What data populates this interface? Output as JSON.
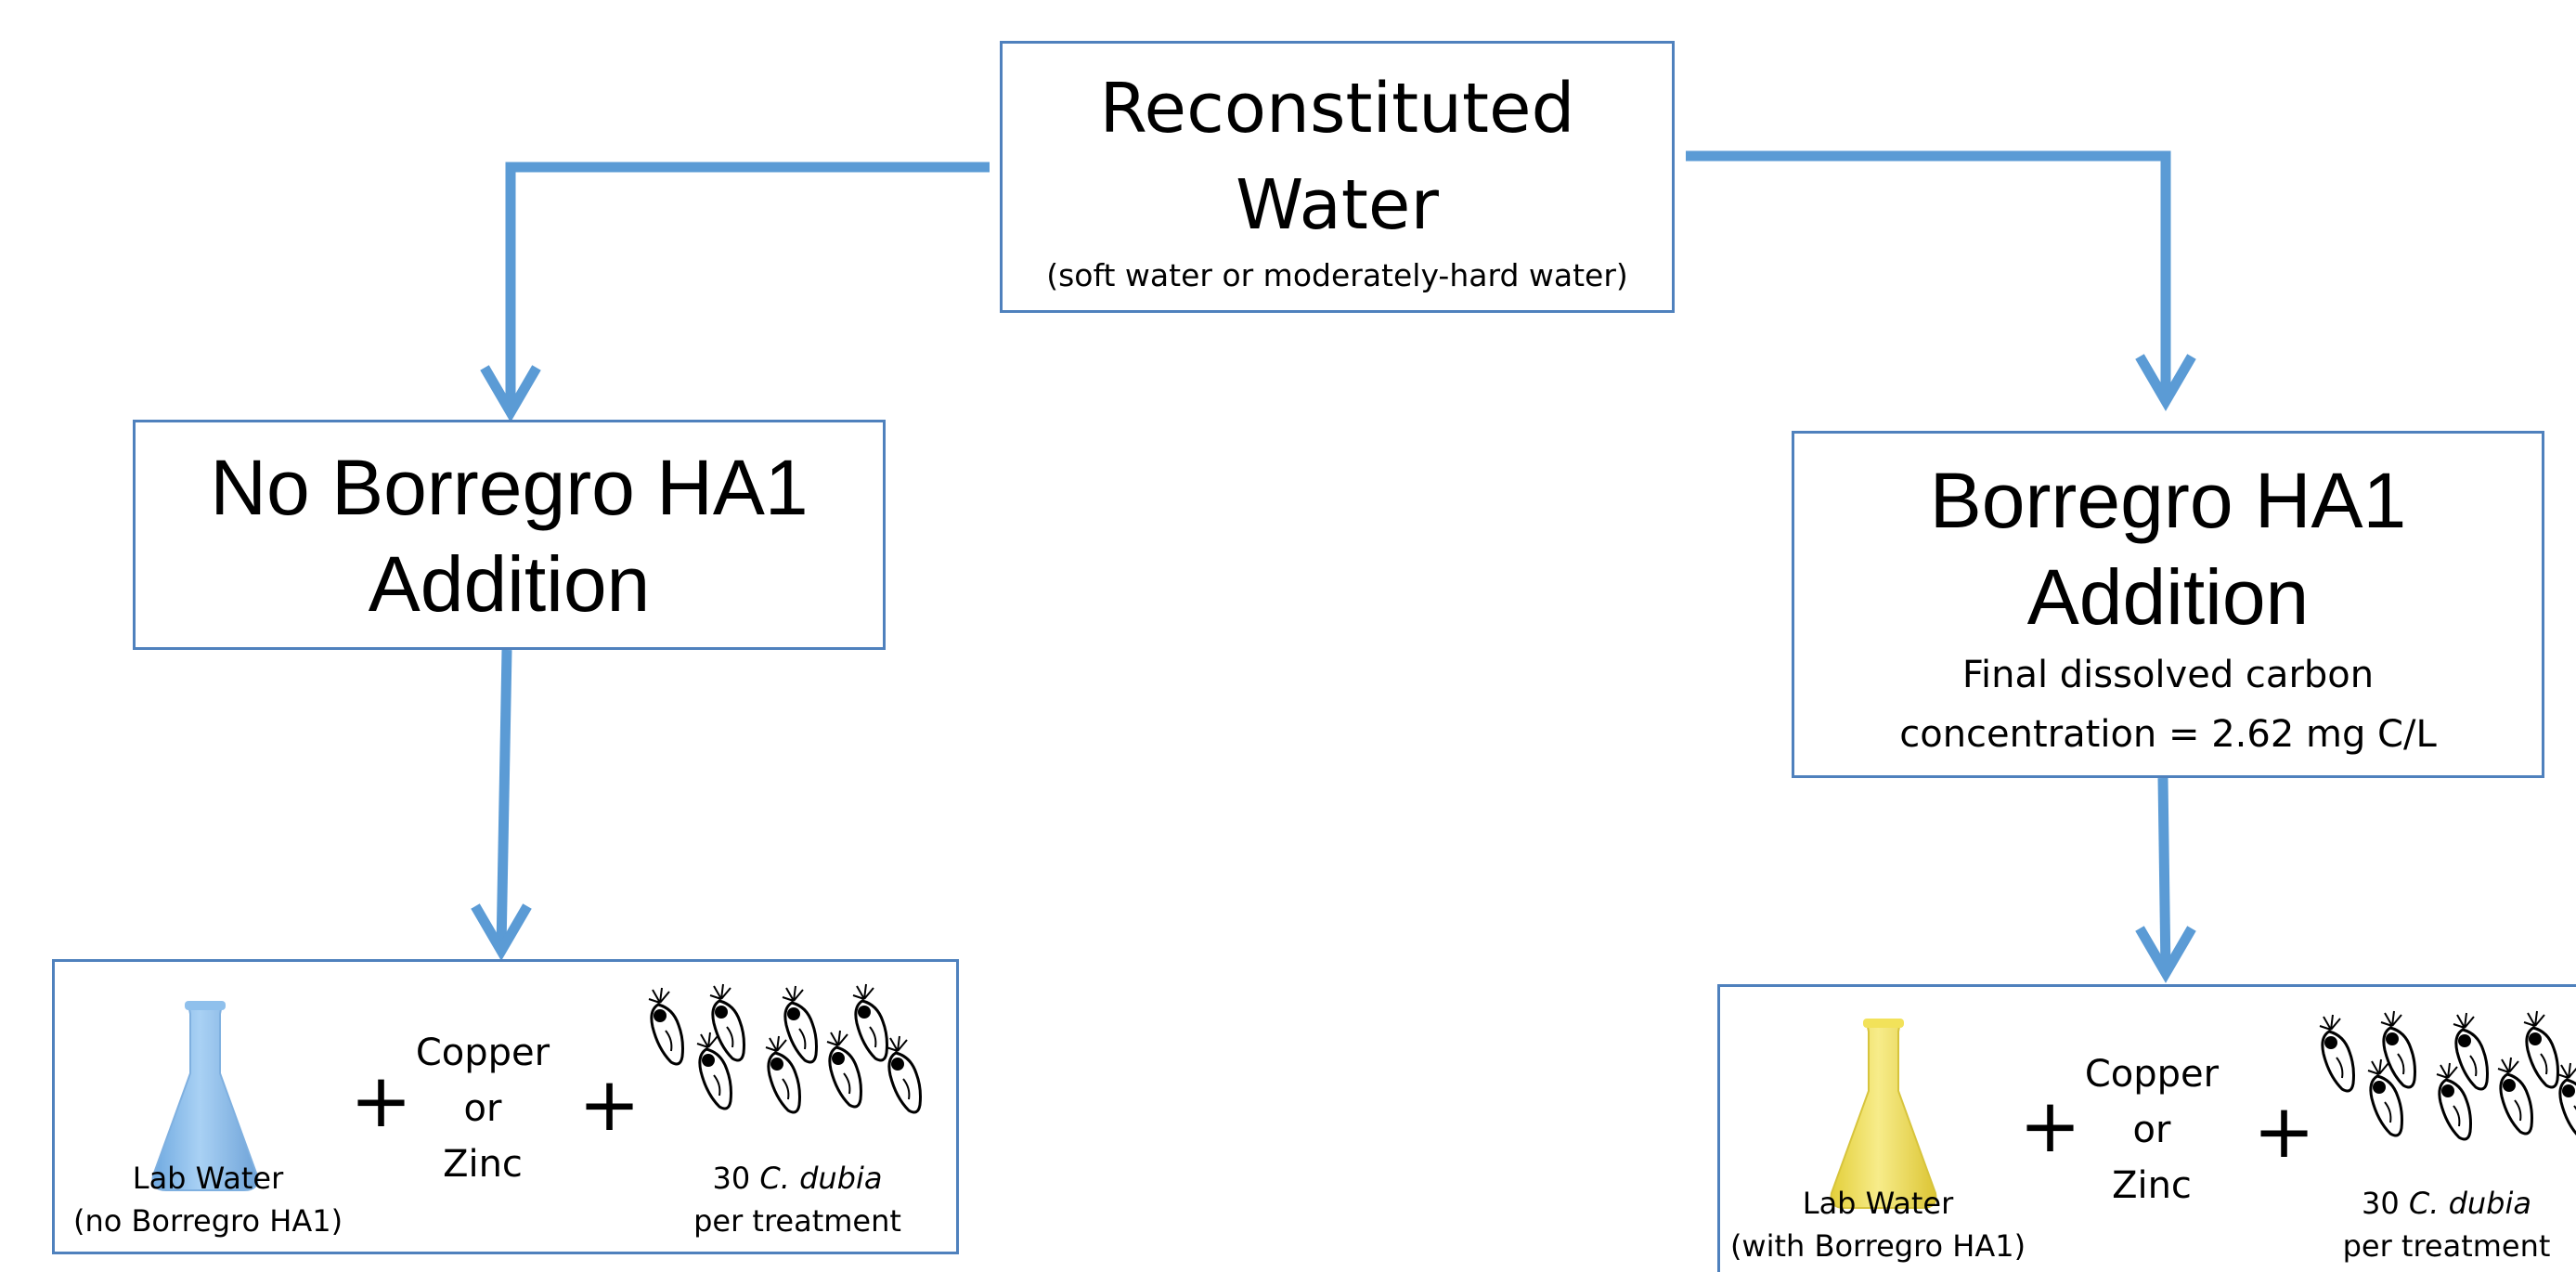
{
  "top": {
    "title_line1": "Reconstituted",
    "title_line2": "Water",
    "subtitle": "(soft water or moderately-hard water)"
  },
  "left": {
    "title_line1": "No Borregro HA1",
    "title_line2": "Addition",
    "treatment": {
      "water_line1": "Lab Water",
      "water_line2": "(no Borregro HA1)",
      "metal_line1": "Copper",
      "metal_line2": "or",
      "metal_line3": "Zinc",
      "organism_count": "30",
      "organism_name": "C. dubia",
      "organism_suffix": "per treatment",
      "plus1": "+",
      "plus2": "+"
    }
  },
  "right": {
    "title_line1": "Borregro HA1",
    "title_line2": "Addition",
    "detail_line1": "Final dissolved carbon",
    "detail_line2": "concentration = 2.62 mg C/L",
    "treatment": {
      "water_line1": "Lab Water",
      "water_line2": "(with Borregro HA1)",
      "metal_line1": "Copper",
      "metal_line2": "or",
      "metal_line3": "Zinc",
      "organism_count": "30",
      "organism_name": "C. dubia",
      "organism_suffix": "per treatment",
      "plus1": "+",
      "plus2": "+"
    }
  },
  "colors": {
    "accent": "#5b9bd5",
    "box_border": "#4f81bd",
    "flask_blue": "#8fc0ec",
    "flask_yellow": "#f2e25a"
  },
  "icons": {
    "flask": "erlenmeyer-flask-icon",
    "organism": "daphnia-icon"
  }
}
